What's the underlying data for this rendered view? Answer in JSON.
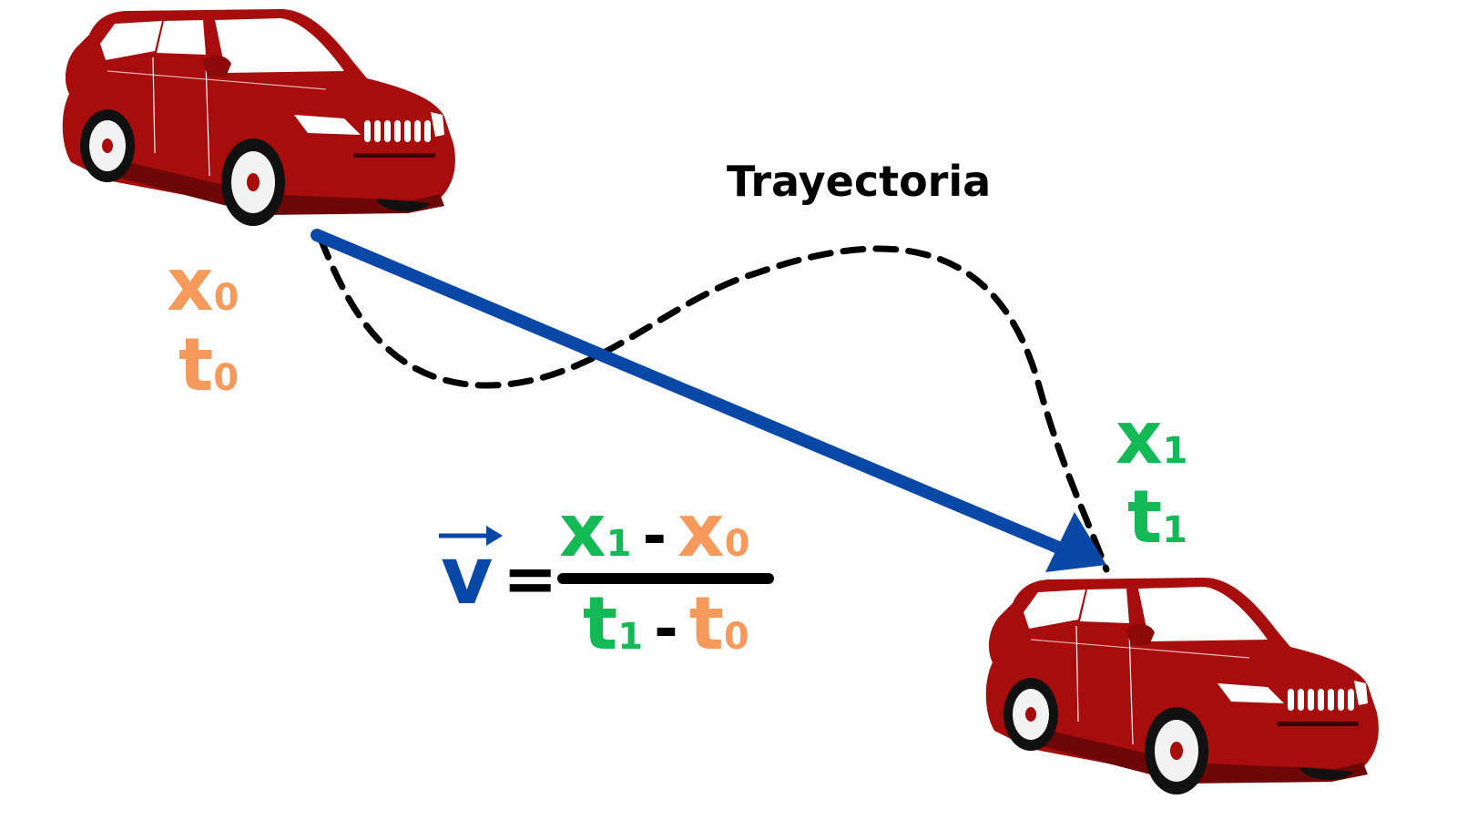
{
  "title": "Trayectoria",
  "colors": {
    "start": "#f59a5a",
    "end": "#12b955",
    "vector": "#0a48a8",
    "car_body": "#a80d0d",
    "car_dark": "#6e0707",
    "ink": "#000000"
  },
  "start_point": {
    "position_symbol": "x",
    "position_sub": "0",
    "time_symbol": "t",
    "time_sub": "0"
  },
  "end_point": {
    "position_symbol": "x",
    "position_sub": "1",
    "time_symbol": "t",
    "time_sub": "1"
  },
  "formula": {
    "lhs": "v",
    "equals": "=",
    "numerator": {
      "a": "x",
      "a_sub": "1",
      "minus": "-",
      "b": "x",
      "b_sub": "0"
    },
    "denominator": {
      "a": "t",
      "a_sub": "1",
      "minus": "-",
      "b": "t",
      "b_sub": "0"
    }
  },
  "icons": [
    "car-icon-start",
    "car-icon-end",
    "vector-arrow-icon"
  ]
}
